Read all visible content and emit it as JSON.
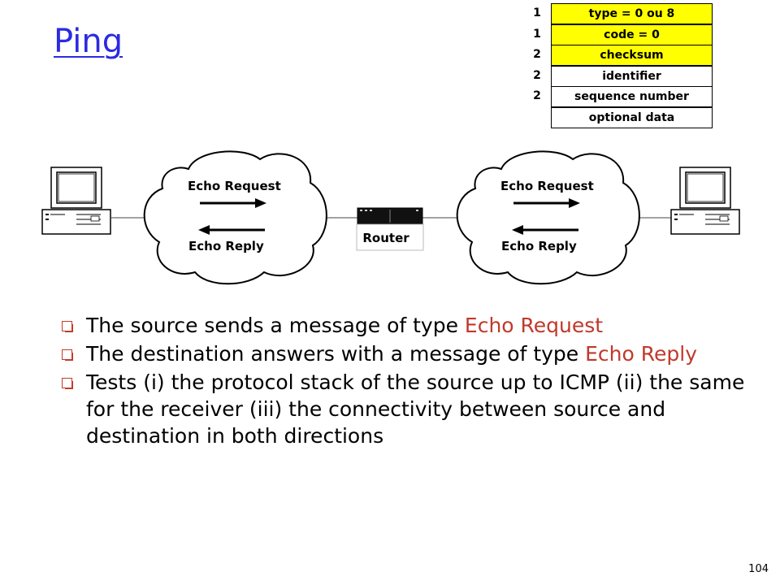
{
  "slide": {
    "title": "Ping",
    "page_number": "104"
  },
  "icmp_header": {
    "rows": [
      {
        "size": "1",
        "field": "type = 0 ou 8",
        "highlight": "#ffff00"
      },
      {
        "size": "1",
        "field": "code = 0",
        "highlight": "#ffff00"
      },
      {
        "size": "2",
        "field": "checksum",
        "highlight": "#ffff00"
      },
      {
        "size": "2",
        "field": "identifier",
        "highlight": "#ffffff"
      },
      {
        "size": "2",
        "field": "sequence number",
        "highlight": "#ffffff"
      },
      {
        "size": "",
        "field": "optional data",
        "highlight": "#ffffff"
      }
    ]
  },
  "diagram": {
    "left_cloud": {
      "top_label": "Echo Request",
      "bottom_label": "Echo Reply"
    },
    "right_cloud": {
      "top_label": "Echo Request",
      "bottom_label": "Echo Reply"
    },
    "router_label": "Router",
    "left_host_icon": "computer-icon",
    "right_host_icon": "computer-icon",
    "router_icon": "router-icon"
  },
  "bullets": [
    {
      "text": "The source sends a message of type ",
      "highlight": "Echo Request",
      "after": ""
    },
    {
      "text": "The destination answers with a message of type ",
      "highlight": "Echo Reply",
      "after": ""
    },
    {
      "text": "Tests (i) the protocol stack of the source up to ICMP (ii) the same for the receiver (iii) the connectivity between source and destination in both directions",
      "highlight": "",
      "after": ""
    }
  ],
  "colors": {
    "title": "#2b2be0",
    "highlight_text": "#c0392b",
    "bullet_marker": "#c23b2a",
    "header_highlight": "#ffff00"
  }
}
